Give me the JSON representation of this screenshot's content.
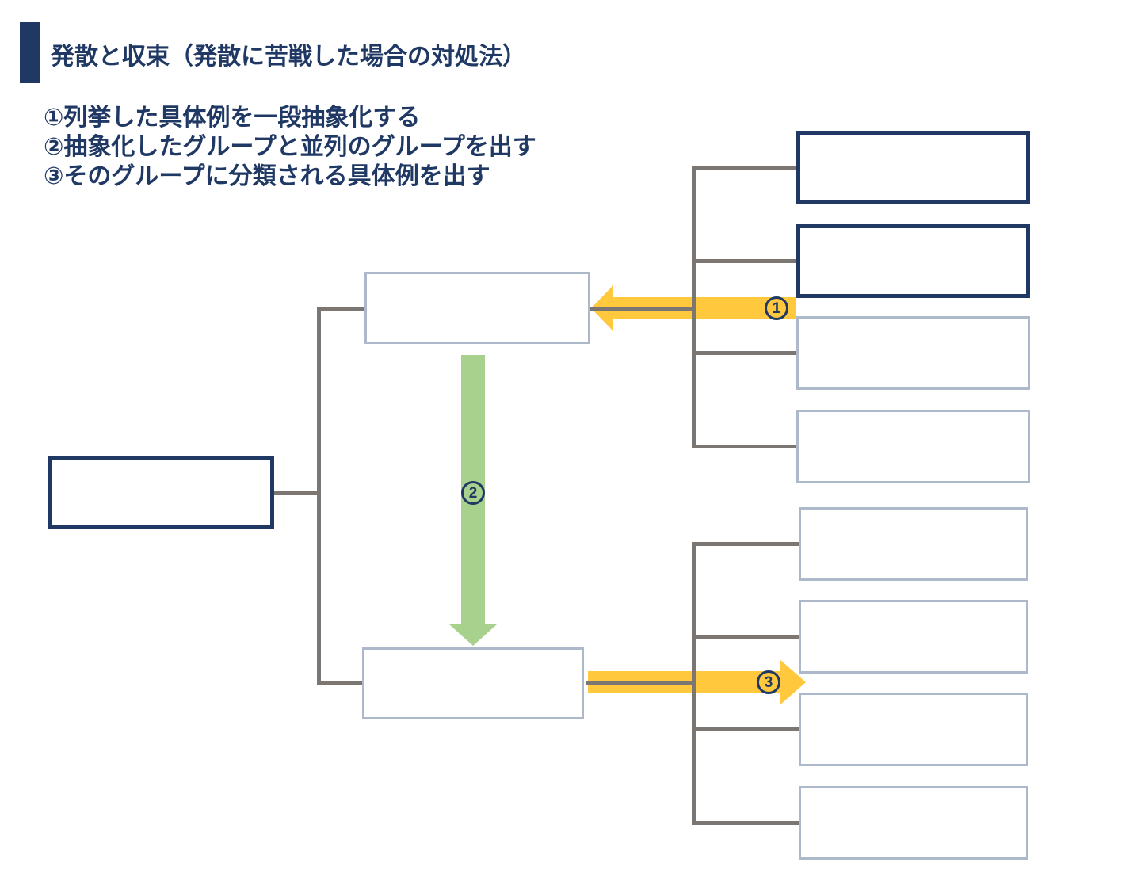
{
  "title": "発散と収束（発散に苦戦した場合の対処法）",
  "instructions": {
    "line1": "①列挙した具体例を一段抽象化する",
    "line2": "②抽象化したグループと並列のグループを出す",
    "line3": "③そのグループに分類される具体例を出す"
  },
  "badges": {
    "step1": "1",
    "step2": "2",
    "step3": "3"
  },
  "colors": {
    "navy": "#1F3864",
    "box_outline_gray": "#ADB9CA",
    "connector_gray": "#7B7672",
    "arrow_yellow": "#FFC83D",
    "arrow_green": "#A9D18E",
    "background": "#FFFFFF"
  }
}
